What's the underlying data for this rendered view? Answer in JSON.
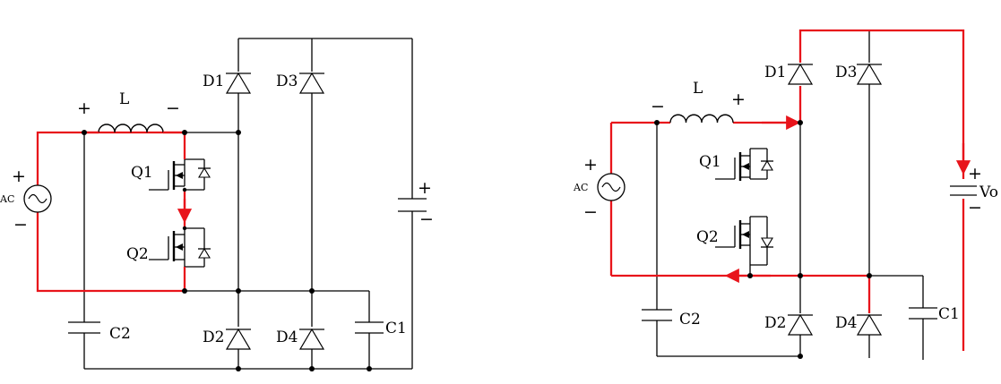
{
  "diagram_left": {
    "inductor": "L",
    "inductor_plus": "+",
    "inductor_minus": "−",
    "source": "AC",
    "source_plus": "+",
    "source_minus": "−",
    "q1": "Q1",
    "q2": "Q2",
    "d1": "D1",
    "d2": "D2",
    "d3": "D3",
    "d4": "D4",
    "c1": "C1",
    "c2": "C2",
    "out_plus": "+",
    "out_minus": "−"
  },
  "diagram_right": {
    "inductor": "L",
    "inductor_minus": "−",
    "inductor_plus": "+",
    "source": "AC",
    "source_plus": "+",
    "source_minus": "−",
    "q1": "Q1",
    "q2": "Q2",
    "d1": "D1",
    "d2": "D2",
    "d3": "D3",
    "d4": "D4",
    "c1": "C1",
    "c2": "C2",
    "out_plus": "+",
    "out_minus": "−",
    "vo": "Vo"
  },
  "colors": {
    "wire": "#000000",
    "current_path": "#e8141b"
  }
}
